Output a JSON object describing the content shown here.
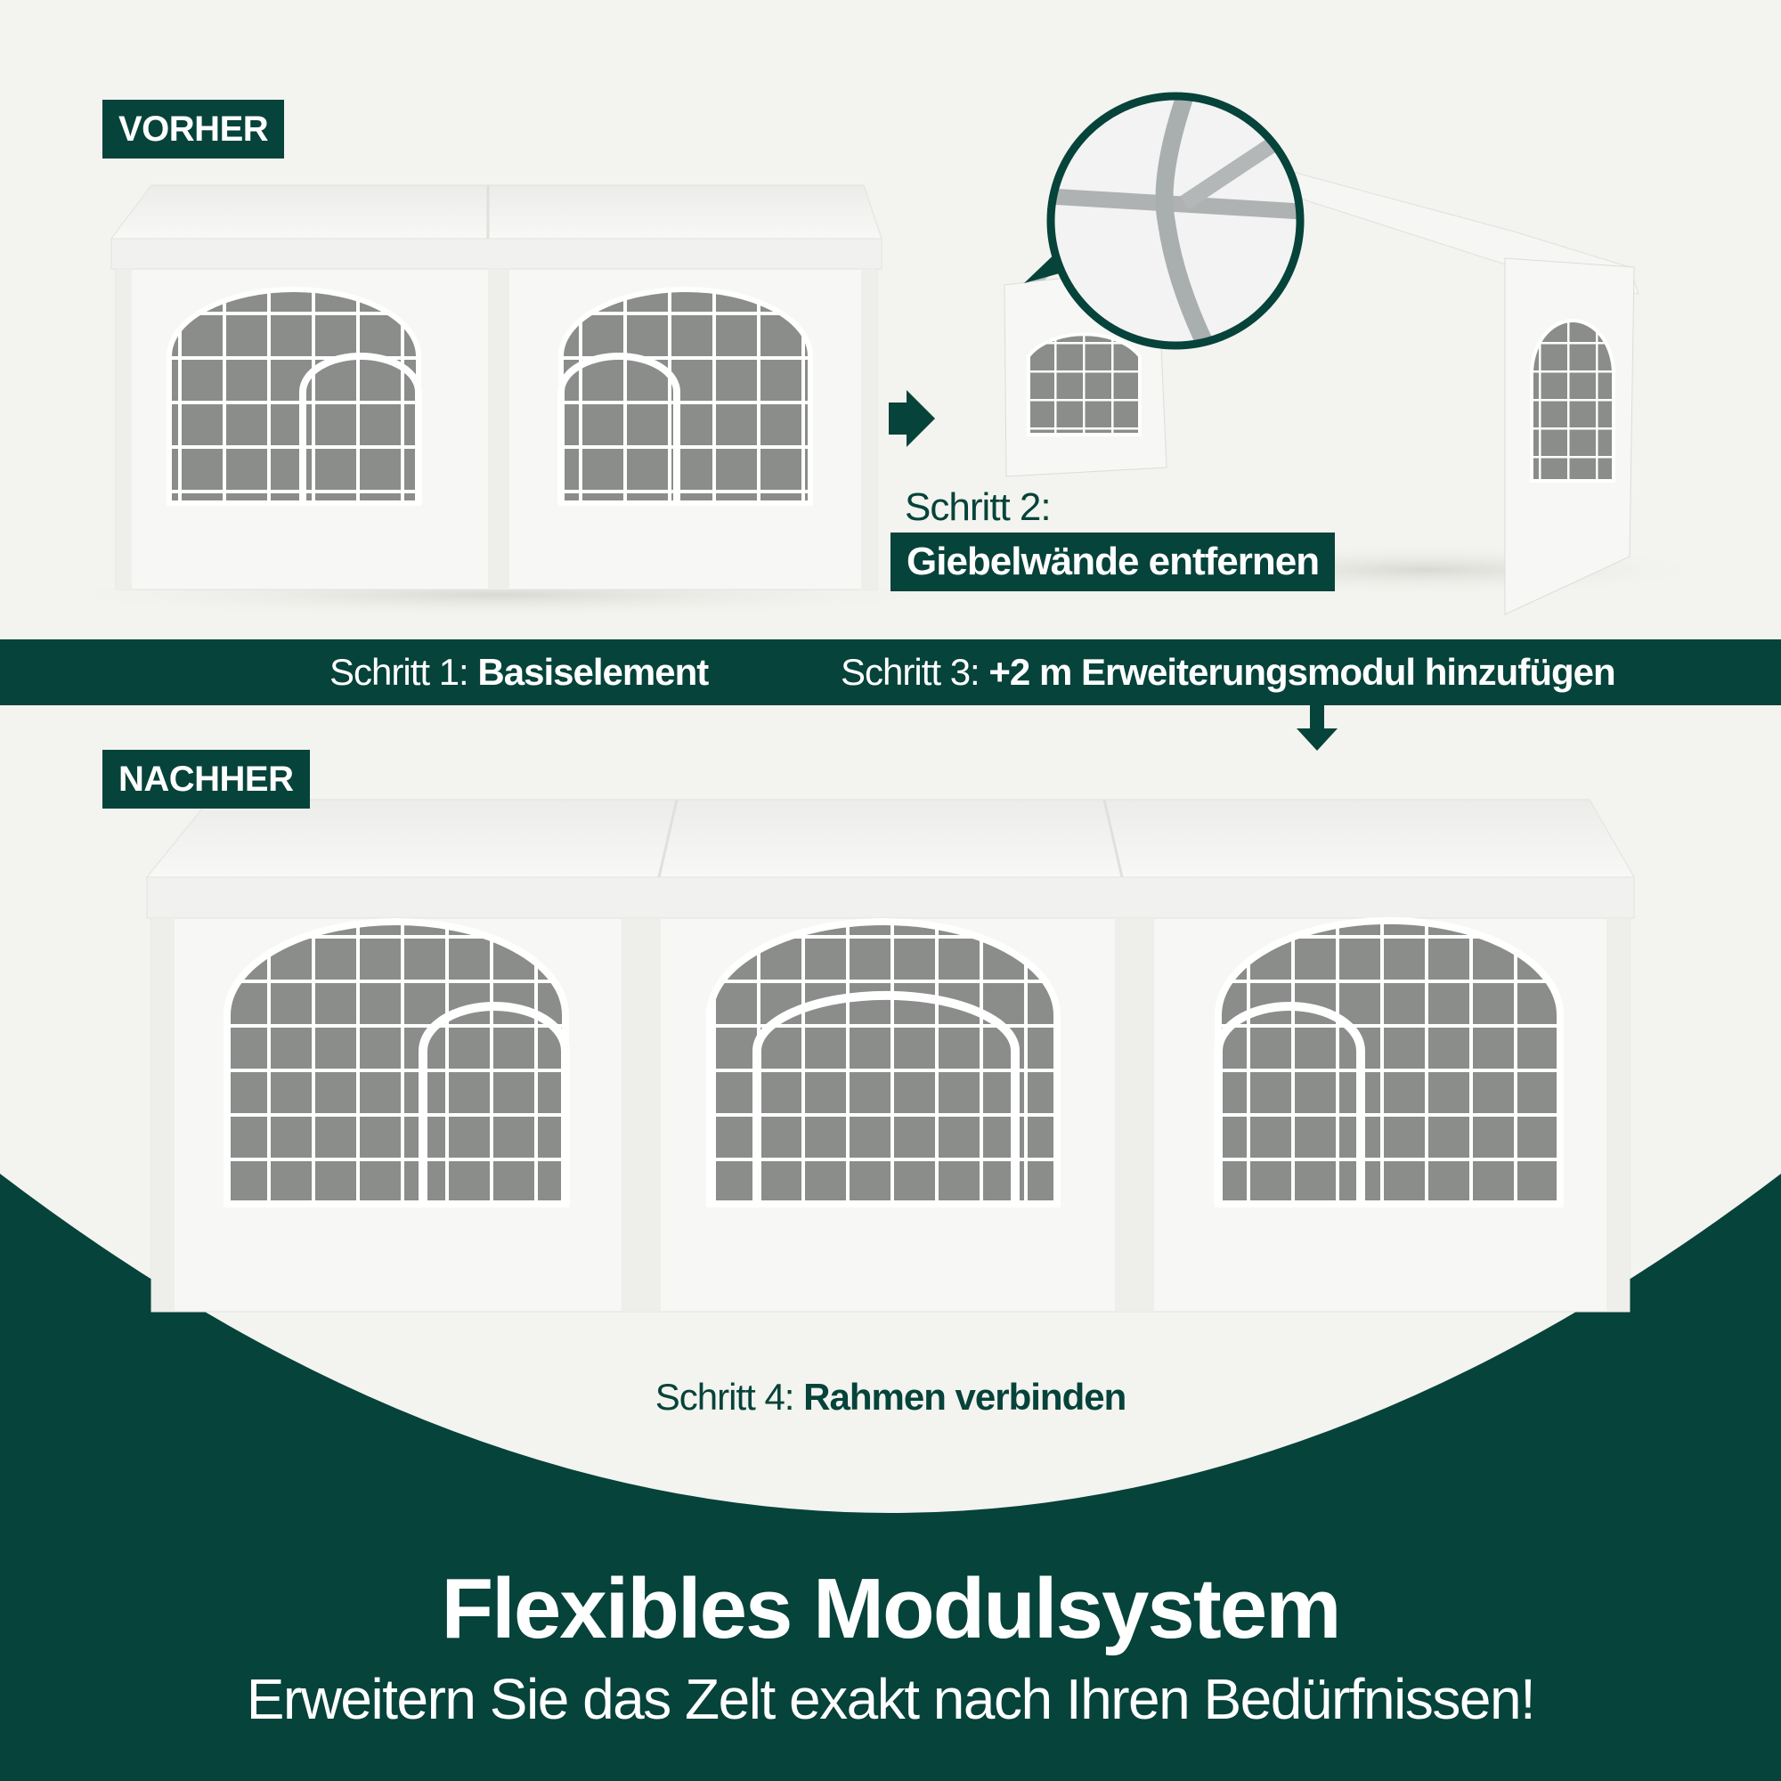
{
  "labels": {
    "before": "VORHER",
    "after": "NACHHER"
  },
  "steps": {
    "step1_prefix": "Schritt 1:",
    "step1_bold": "Basiselement",
    "step2_prefix": "Schritt 2:",
    "step2_bold": "Giebelwände entfernen",
    "step3_prefix": "Schritt 3:",
    "step3_bold": "+2 m Erweiterungsmodul hinzufügen",
    "step4_prefix": "Schritt 4:",
    "step4_bold": "Rahmen verbinden"
  },
  "footer": {
    "headline": "Flexibles Modulsystem",
    "subline": "Erweitern Sie das Zelt exakt nach Ihren Bedürfnissen!"
  },
  "colors": {
    "brand_green": "#06433a",
    "background": "#f3f3ef",
    "tent_white": "#f7f7f5"
  },
  "icons": [
    "arrow-right-icon",
    "arrow-down-icon",
    "frame-detail-magnifier"
  ]
}
